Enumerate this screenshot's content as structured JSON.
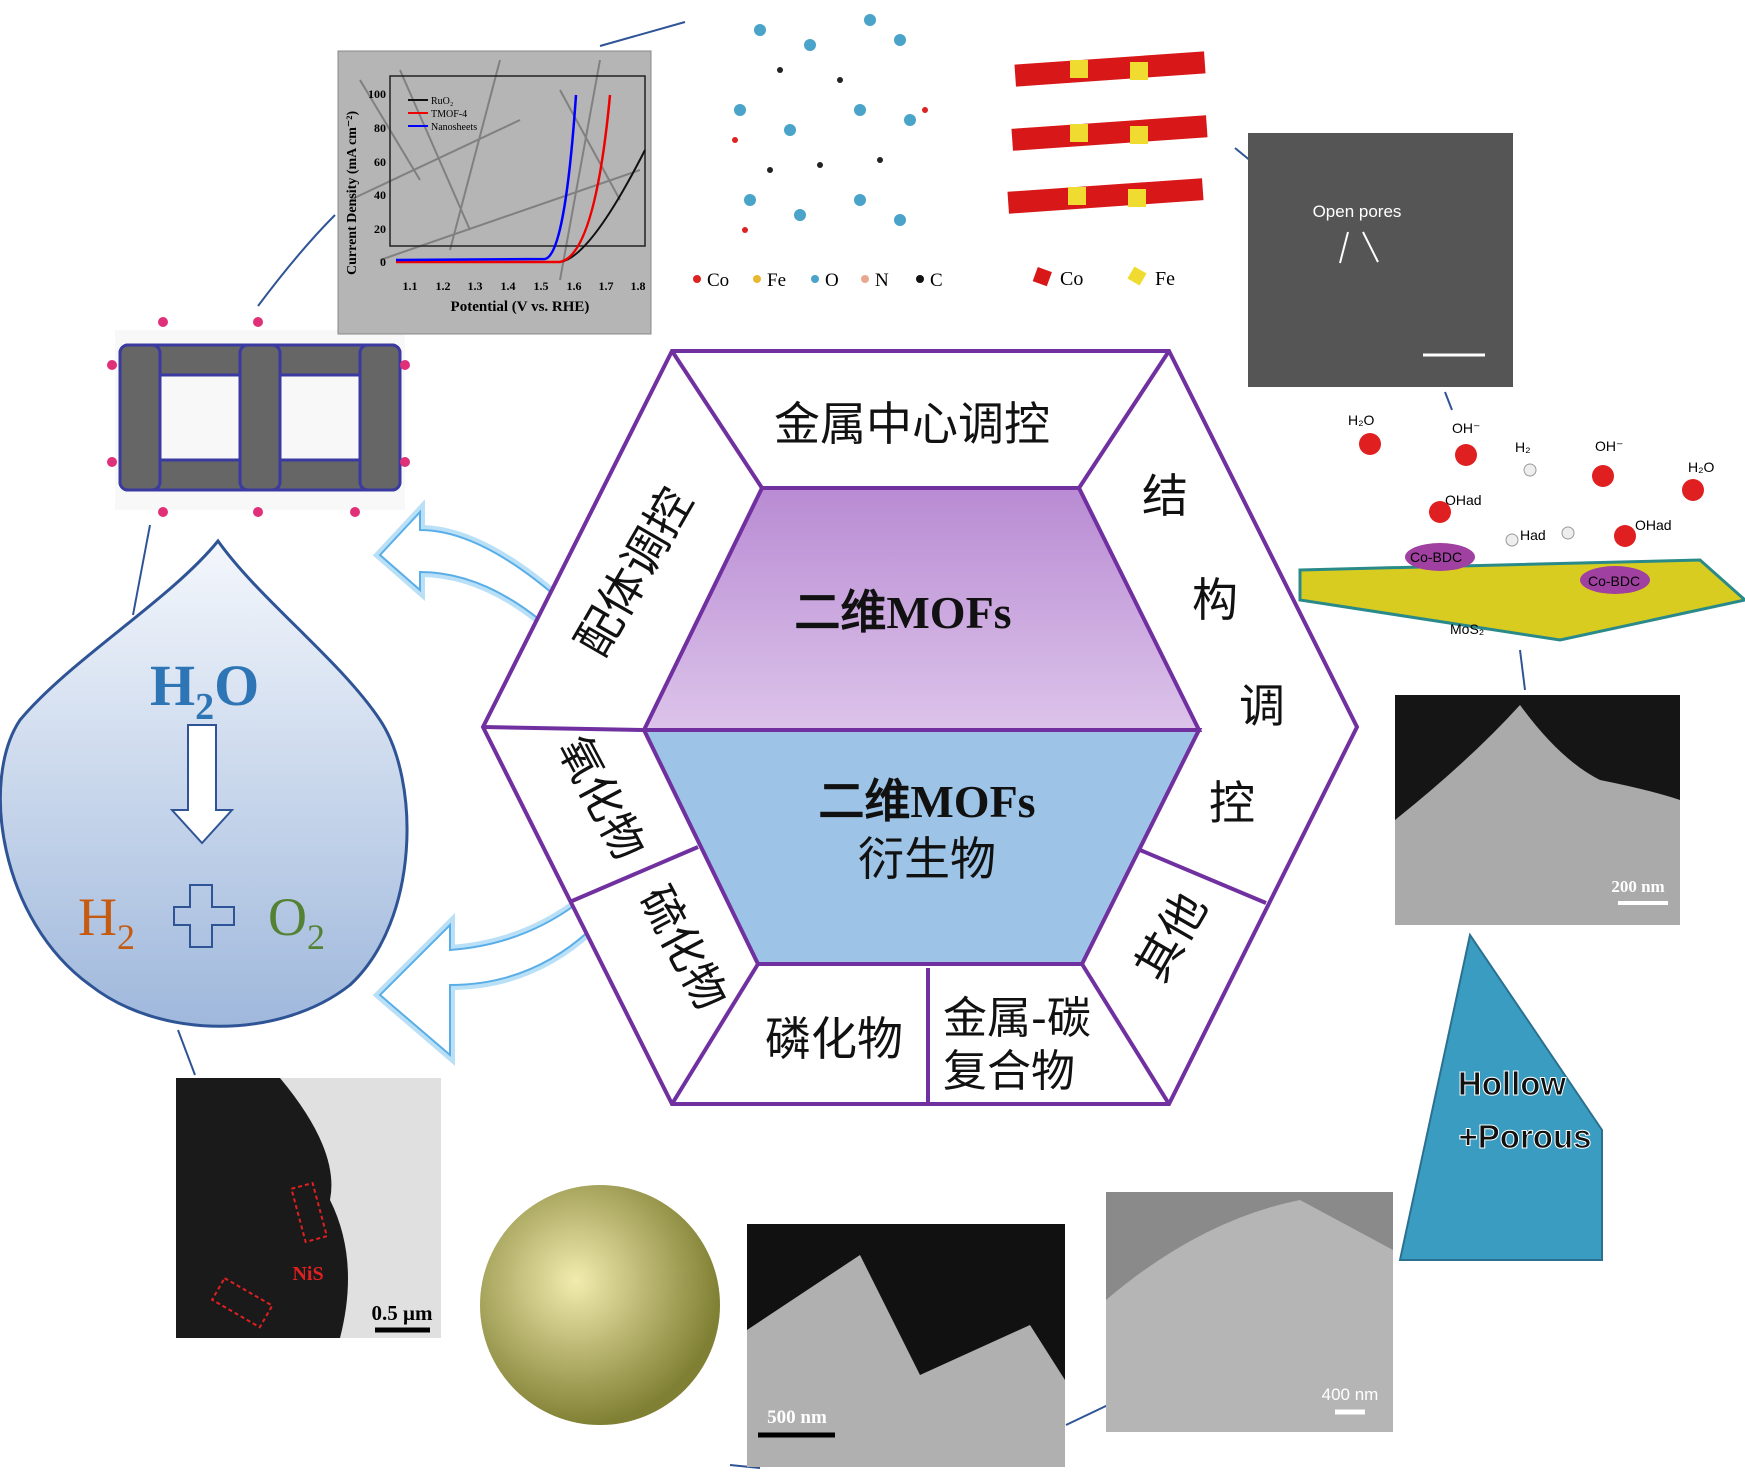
{
  "hexagon": {
    "top": "金属中心调控",
    "upper_left": "配体调控",
    "right_chars": [
      "结",
      "构",
      "调",
      "控"
    ],
    "center_upper": "二维MOFs",
    "center_lower_line1": "二维MOFs",
    "center_lower_line2": "衍生物",
    "oxide": "氧化物",
    "sulfide": "硫化物",
    "phosphide": "磷化物",
    "metal_carbon_line1": "金属-碳",
    "metal_carbon_line2": "复合物",
    "other": "其他"
  },
  "drop": {
    "reactant": "H",
    "reactant_sub": "2",
    "reactant_tail": "O",
    "product1": "H",
    "product1_sub": "2",
    "product2": "O",
    "product2_sub": "2"
  },
  "lsv_plot": {
    "ylabel": "Current Density (mA cm⁻²)",
    "xlabel": "Potential (V vs. RHE)",
    "yticks": [
      "0",
      "20",
      "40",
      "60",
      "80",
      "100"
    ],
    "xticks": [
      "1.1",
      "1.2",
      "1.3",
      "1.4",
      "1.5",
      "1.6",
      "1.7",
      "1.8"
    ],
    "legend": [
      "RuO₂",
      "TMOF-4",
      "Nanosheets"
    ]
  },
  "structure_legend_1": [
    "Co",
    "Fe",
    "O",
    "N",
    "C"
  ],
  "structure_legend_2": [
    "Co",
    "Fe"
  ],
  "sem_open_pores": {
    "label": "Open pores"
  },
  "mechanism": {
    "labels": [
      "H₂O",
      "OH⁻",
      "H₂",
      "OH⁻",
      "H₂O",
      "OHad",
      "Had",
      "OHad",
      "Co-BDC",
      "Co-BDC",
      "MoS₂"
    ]
  },
  "sem_200nm": {
    "scale": "200 nm"
  },
  "hollow": {
    "line1": "Hollow",
    "line2": "+Porous"
  },
  "sem_400nm": {
    "scale": "400 nm"
  },
  "sem_500nm": {
    "scale": "500 nm"
  },
  "tem_nis": {
    "label": "NiS",
    "scale": "0.5 μm"
  },
  "colors": {
    "hex_border": "#7030a0",
    "upper_fill": "#c9a0dc",
    "lower_fill": "#9dc3e6",
    "drop_border": "#2f5496"
  }
}
